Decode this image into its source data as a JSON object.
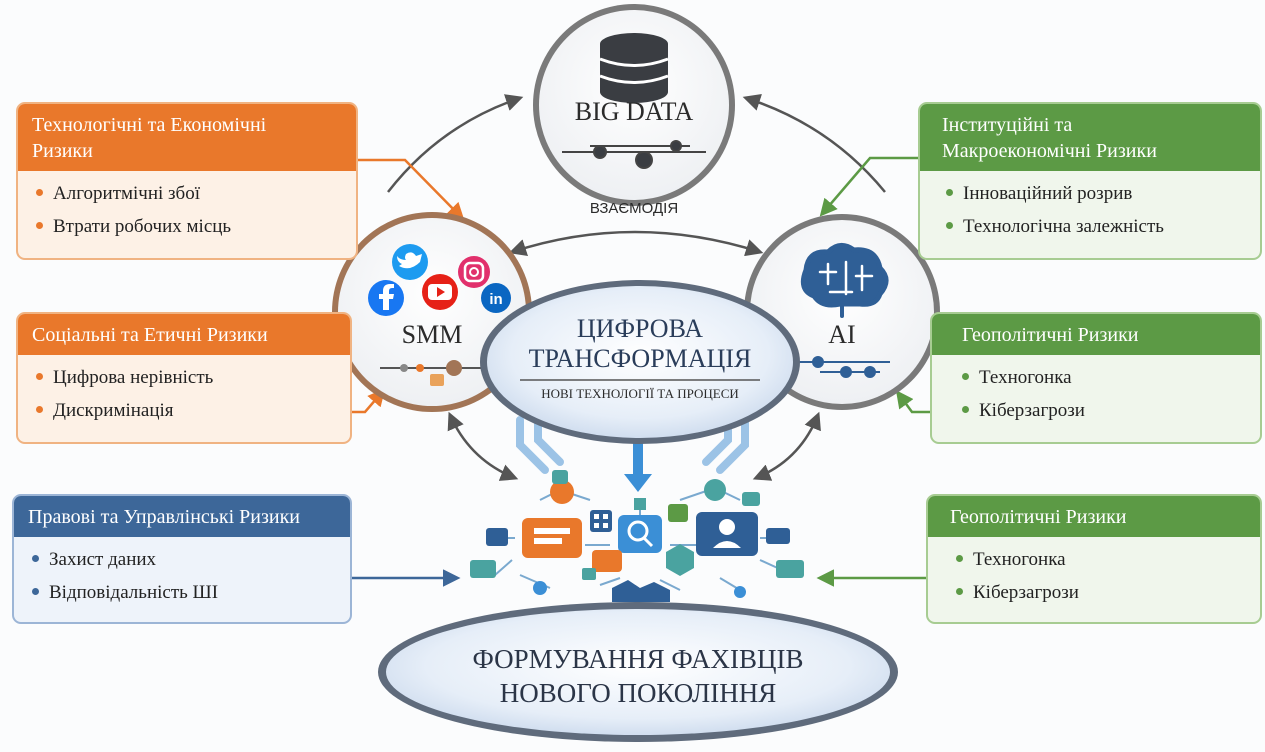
{
  "big_data": {
    "label": "BIG DATA"
  },
  "interaction": {
    "label": "ВЗАЄМОДІЯ"
  },
  "smm": {
    "label": "SMM"
  },
  "ai": {
    "label": "AI"
  },
  "center": {
    "line1": "ЦИФРОВА",
    "line2": "ТРАНСФОРМАЦІЯ",
    "subtitle": "НОВІ ТЕХНОЛОГІЇ ТА ПРОЦЕСИ"
  },
  "bottom": {
    "line1": "ФОРМУВАННЯ ФАХІВЦІВ",
    "line2": "НОВОГО ПОКОЛІННЯ"
  },
  "risks": {
    "tech_econ": {
      "title_line1": "Технологічні та Економічні",
      "title_line2": "Ризики",
      "items": [
        "Алгоритмічні збої",
        "Втрати робочих місць"
      ]
    },
    "social_ethic": {
      "title": "Соціальні та Етичні Ризики",
      "items": [
        "Цифрова нерівність",
        "Дискримінація"
      ]
    },
    "legal": {
      "title": "Правові та Управлінські Ризики",
      "items": [
        "Захист даних",
        "Відповідальність ШІ"
      ]
    },
    "institutional": {
      "title_line1": "Інституційні та",
      "title_line2": "Макроекономічні Ризики",
      "items": [
        "Інноваційний розрив",
        "Технологічна залежність"
      ]
    },
    "geo1": {
      "title": "Геополітичні Ризики",
      "items": [
        "Техногонка",
        "Кіберзагрози"
      ]
    },
    "geo2": {
      "title": "Геополітичні Ризики",
      "items": [
        "Техногонка",
        "Кіберзагрози"
      ]
    }
  },
  "icons": {
    "social": [
      "twitter-icon",
      "instagram-icon",
      "facebook-icon",
      "youtube-icon",
      "linkedin-icon"
    ],
    "database": "database-icon",
    "brain": "brain-circuit-icon"
  },
  "colors": {
    "orange": "#e9782b",
    "green": "#5c9a45",
    "blue": "#3d6799",
    "arrow": "#555555",
    "light_blue": "#9cc3e6"
  }
}
